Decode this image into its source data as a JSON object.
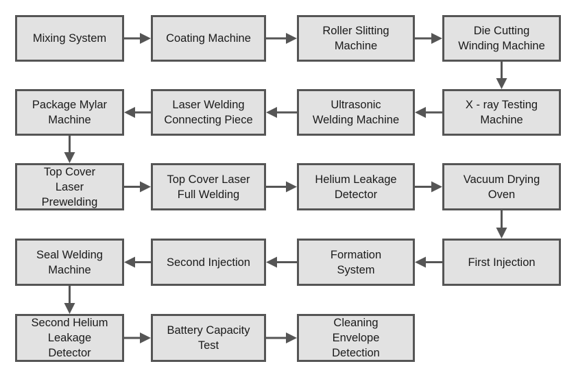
{
  "diagram": {
    "type": "process-flowchart",
    "colors": {
      "node_fill": "#e2e2e2",
      "node_border": "#555555",
      "arrow": "#555555",
      "text": "#1a1a1a"
    },
    "nodes": [
      {
        "id": "n1",
        "label": "Mixing System"
      },
      {
        "id": "n2",
        "label": "Coating Machine"
      },
      {
        "id": "n3",
        "label": "Roller Slitting\nMachine"
      },
      {
        "id": "n4",
        "label": "Die Cutting\nWinding Machine"
      },
      {
        "id": "n5",
        "label": "X - ray Testing\nMachine"
      },
      {
        "id": "n6",
        "label": "Ultrasonic\nWelding Machine"
      },
      {
        "id": "n7",
        "label": "Laser Welding\nConnecting Piece"
      },
      {
        "id": "n8",
        "label": "Package Mylar\nMachine"
      },
      {
        "id": "n9",
        "label": "Top Cover\nLaser\nPrewelding"
      },
      {
        "id": "n10",
        "label": "Top Cover Laser\nFull Welding"
      },
      {
        "id": "n11",
        "label": "Helium Leakage\nDetector"
      },
      {
        "id": "n12",
        "label": "Vacuum Drying\nOven"
      },
      {
        "id": "n13",
        "label": "First Injection"
      },
      {
        "id": "n14",
        "label": "Formation\nSystem"
      },
      {
        "id": "n15",
        "label": "Second Injection"
      },
      {
        "id": "n16",
        "label": "Seal Welding\nMachine"
      },
      {
        "id": "n17",
        "label": "Second Helium\nLeakage\nDetector"
      },
      {
        "id": "n18",
        "label": "Battery Capacity\nTest"
      },
      {
        "id": "n19",
        "label": "Cleaning\nEnvelope\nDetection"
      }
    ],
    "edges": [
      {
        "from": "n1",
        "to": "n2"
      },
      {
        "from": "n2",
        "to": "n3"
      },
      {
        "from": "n3",
        "to": "n4"
      },
      {
        "from": "n4",
        "to": "n5"
      },
      {
        "from": "n5",
        "to": "n6"
      },
      {
        "from": "n6",
        "to": "n7"
      },
      {
        "from": "n7",
        "to": "n8"
      },
      {
        "from": "n8",
        "to": "n9"
      },
      {
        "from": "n9",
        "to": "n10"
      },
      {
        "from": "n10",
        "to": "n11"
      },
      {
        "from": "n11",
        "to": "n12"
      },
      {
        "from": "n12",
        "to": "n13"
      },
      {
        "from": "n13",
        "to": "n14"
      },
      {
        "from": "n14",
        "to": "n15"
      },
      {
        "from": "n15",
        "to": "n16"
      },
      {
        "from": "n16",
        "to": "n17"
      },
      {
        "from": "n17",
        "to": "n18"
      },
      {
        "from": "n18",
        "to": "n19"
      }
    ]
  }
}
